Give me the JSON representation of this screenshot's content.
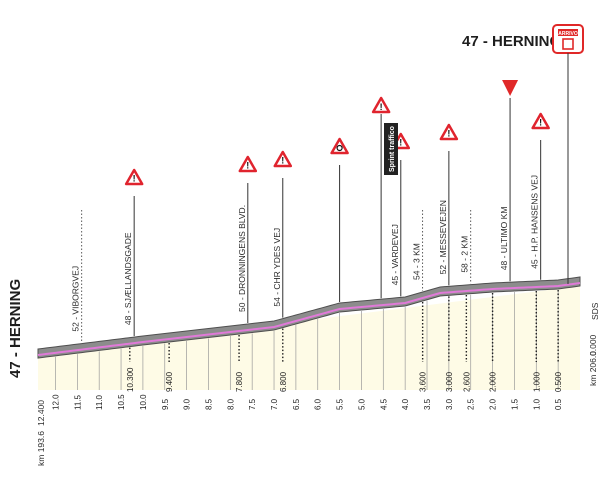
{
  "profile": {
    "start_name": "47 - HERNING",
    "finish_name": "47 - HERNING",
    "finish_badge": "ARRIVO",
    "road_code": "SDS",
    "start_km_label": "km 193.6",
    "end_km_label": "km 206.0",
    "start_dist_label": "12.400",
    "end_dist_label": "0.000",
    "sprint_label": "Sprint traffico",
    "waypoints": [
      {
        "label": "52 - VIBORGVEJ",
        "km": 11.4,
        "icon": "none"
      },
      {
        "label": "48 - SJÆLLANDSGADE",
        "km": 10.2,
        "icon": "caution-icon"
      },
      {
        "label": "50 - DRONNINGENS BLVD.",
        "km": 7.6,
        "icon": "caution-icon"
      },
      {
        "label": "54 - CHR YDES VEJ",
        "km": 6.8,
        "icon": "caution-icon"
      },
      {
        "label": "",
        "km": 5.5,
        "icon": "roundabout-icon"
      },
      {
        "label": "45 - VARDEVEJ",
        "km": 4.1,
        "icon": "caution-icon"
      },
      {
        "label": "54 - 3 KM",
        "km": 3.6,
        "icon": "none"
      },
      {
        "label": "52 - MESSEVEJEN",
        "km": 3.0,
        "icon": "caution-icon"
      },
      {
        "label": "58 - 2 KM",
        "km": 2.5,
        "icon": "none"
      },
      {
        "label": "48 - ULTIMO KM",
        "km": 1.6,
        "icon": "red-flag-icon"
      },
      {
        "label": "45 - H.P. HANSENS VEJ",
        "km": 0.9,
        "icon": "caution-icon"
      }
    ],
    "km_ticks": [
      "12.0",
      "11.5",
      "11.0",
      "10.5",
      "10.0",
      "9.5",
      "9.0",
      "8.5",
      "8.0",
      "7.5",
      "7.0",
      "6.5",
      "6.0",
      "5.5",
      "5.0",
      "4.5",
      "4.0",
      "3.5",
      "3.0",
      "2.5",
      "2.0",
      "1.5",
      "1.0",
      "0.5"
    ],
    "marker_labels": [
      {
        "text": "10.300",
        "km": 10.3
      },
      {
        "text": "9.400",
        "km": 9.4
      },
      {
        "text": "7.800",
        "km": 7.8
      },
      {
        "text": "6.800",
        "km": 6.8
      },
      {
        "text": "3.600",
        "km": 3.6
      },
      {
        "text": "3.000",
        "km": 3.0
      },
      {
        "text": "2.600",
        "km": 2.6
      },
      {
        "text": "2.000",
        "km": 2.0
      },
      {
        "text": "1.000",
        "km": 1.0
      },
      {
        "text": "0.500",
        "km": 0.5
      }
    ],
    "colors": {
      "road_fill": "#8c8c8c",
      "road_top": "#5b5b5b",
      "pink_line": "#e07ad8",
      "base_fill": "#fefbe6",
      "finish_red": "#e02828",
      "caution_red": "#e0242e"
    }
  }
}
